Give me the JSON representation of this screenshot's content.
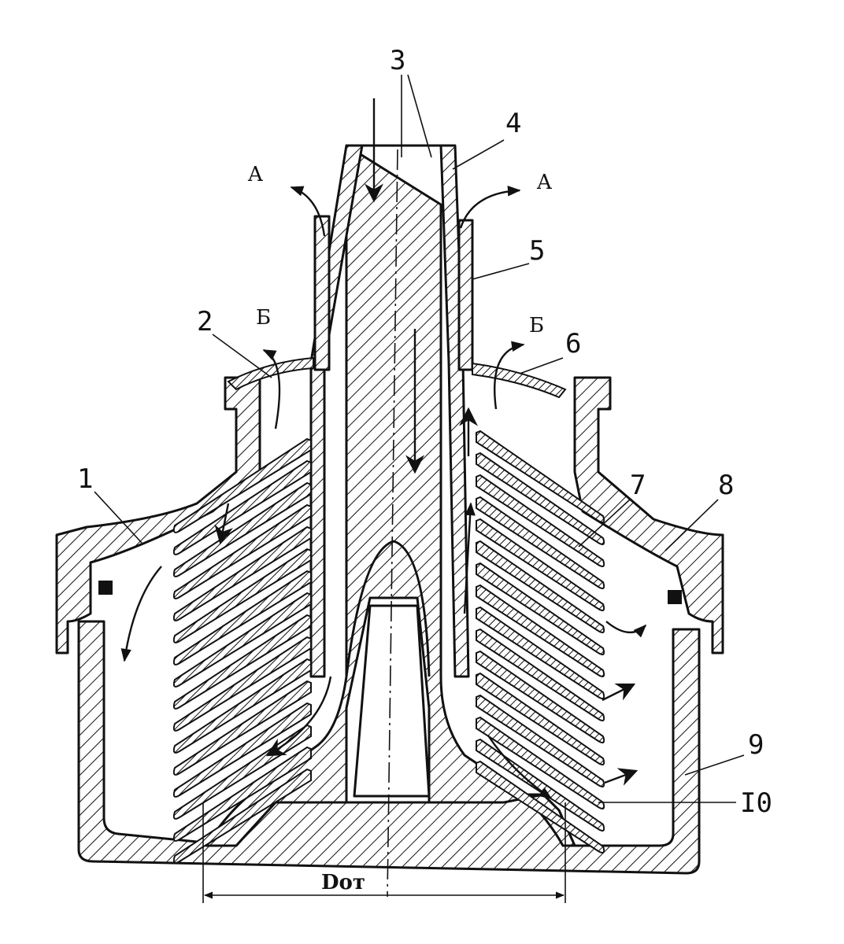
{
  "diagram": {
    "labels": {
      "n1": "1",
      "n2": "2",
      "n3": "3",
      "n4": "4",
      "n5": "5",
      "n6": "6",
      "n7": "7",
      "n8": "8",
      "n9": "9",
      "n10": "I0",
      "a_left": "A",
      "a_right": "A",
      "b_left": "Б",
      "b_right": "Б",
      "dimension": "Dот"
    },
    "colors": {
      "ink": "#111111",
      "paper": "#ffffff"
    }
  }
}
